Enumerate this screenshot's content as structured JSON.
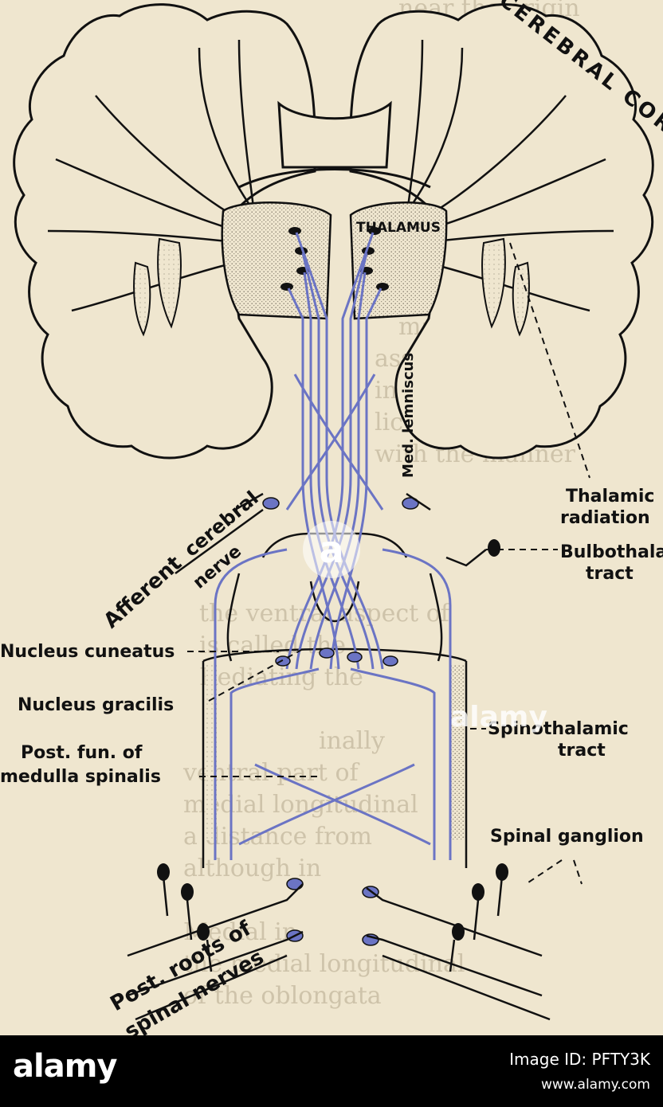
{
  "diagram": {
    "labels": {
      "cerebral_cortex": "CEREBRAL CORTEX",
      "thalamus": "THALAMUS",
      "med_lemniscus": "Med. lemniscus",
      "thalamic_radiation_1": "Thalamic",
      "thalamic_radiation_2": "radiation",
      "bulbothalamic_1": "Bulbothalam",
      "bulbothalamic_2": "tract",
      "afferent_1": "Afferent",
      "afferent_2": "cerebral",
      "afferent_3": "nerve",
      "nucleus_cuneatus": "Nucleus cuneatus",
      "nucleus_gracilis": "Nucleus gracilis",
      "post_fun_1": "Post. fun. of",
      "post_fun_2": "medulla spinalis",
      "spinothalamic_1": "Spinothalamic",
      "spinothalamic_2": "tract",
      "spinal_ganglion": "Spinal ganglion",
      "post_roots_1": "Post. roots of",
      "post_roots_2": "spinal nerves"
    },
    "colors": {
      "pathway": "#6b74c4",
      "ink": "#111111",
      "paper": "#efe6cf",
      "stipple": "#8a8272"
    }
  },
  "watermark": {
    "brand": "alamy",
    "center_mark": "a",
    "overlay": "alamy",
    "image_id": "Image ID: PFTY3K",
    "site": "www.alamy.com"
  }
}
